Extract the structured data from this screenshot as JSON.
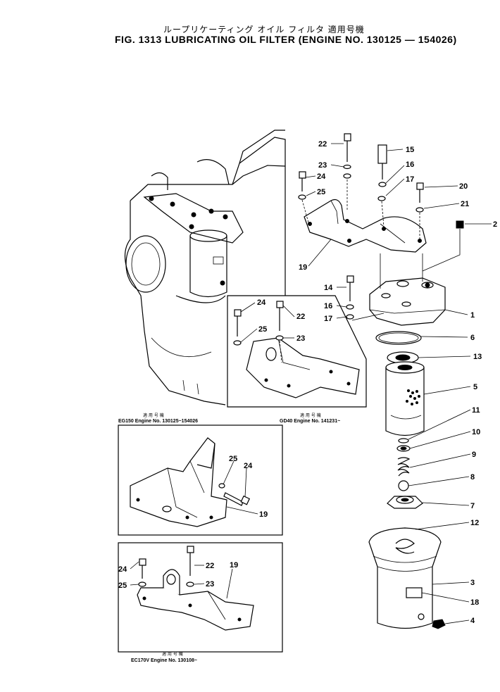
{
  "title_jp": "ループリケーティング オイル フィルタ 適用号機",
  "title_en": "FIG. 1313  LUBRICATING  OIL  FILTER  (ENGINE  NO.  130125 — 154026)",
  "part_labels": {
    "p1": "1",
    "p2": "2",
    "p3": "3",
    "p4": "4",
    "p5": "5",
    "p6": "6",
    "p7": "7",
    "p8": "8",
    "p9": "9",
    "p10": "10",
    "p11": "11",
    "p12": "12",
    "p13": "13",
    "p14": "14",
    "p15": "15",
    "p16": "16",
    "p17": "17",
    "p18": "18",
    "p19": "19",
    "p20": "20",
    "p21": "21",
    "p22": "22",
    "p23": "23",
    "p24": "24",
    "p25": "25"
  },
  "captions": {
    "left_inset_jp": "適 用 号 機",
    "left_inset_en": "EG150  Engine  No.  130125~154026",
    "gd_inset_jp": "適 用 号 機",
    "gd_inset_en": "GD40  Engine  No.  141231~",
    "ec_inset_jp": "適 用 号 機",
    "ec_inset_en": "EC170V  Engine  No.  130108~"
  }
}
